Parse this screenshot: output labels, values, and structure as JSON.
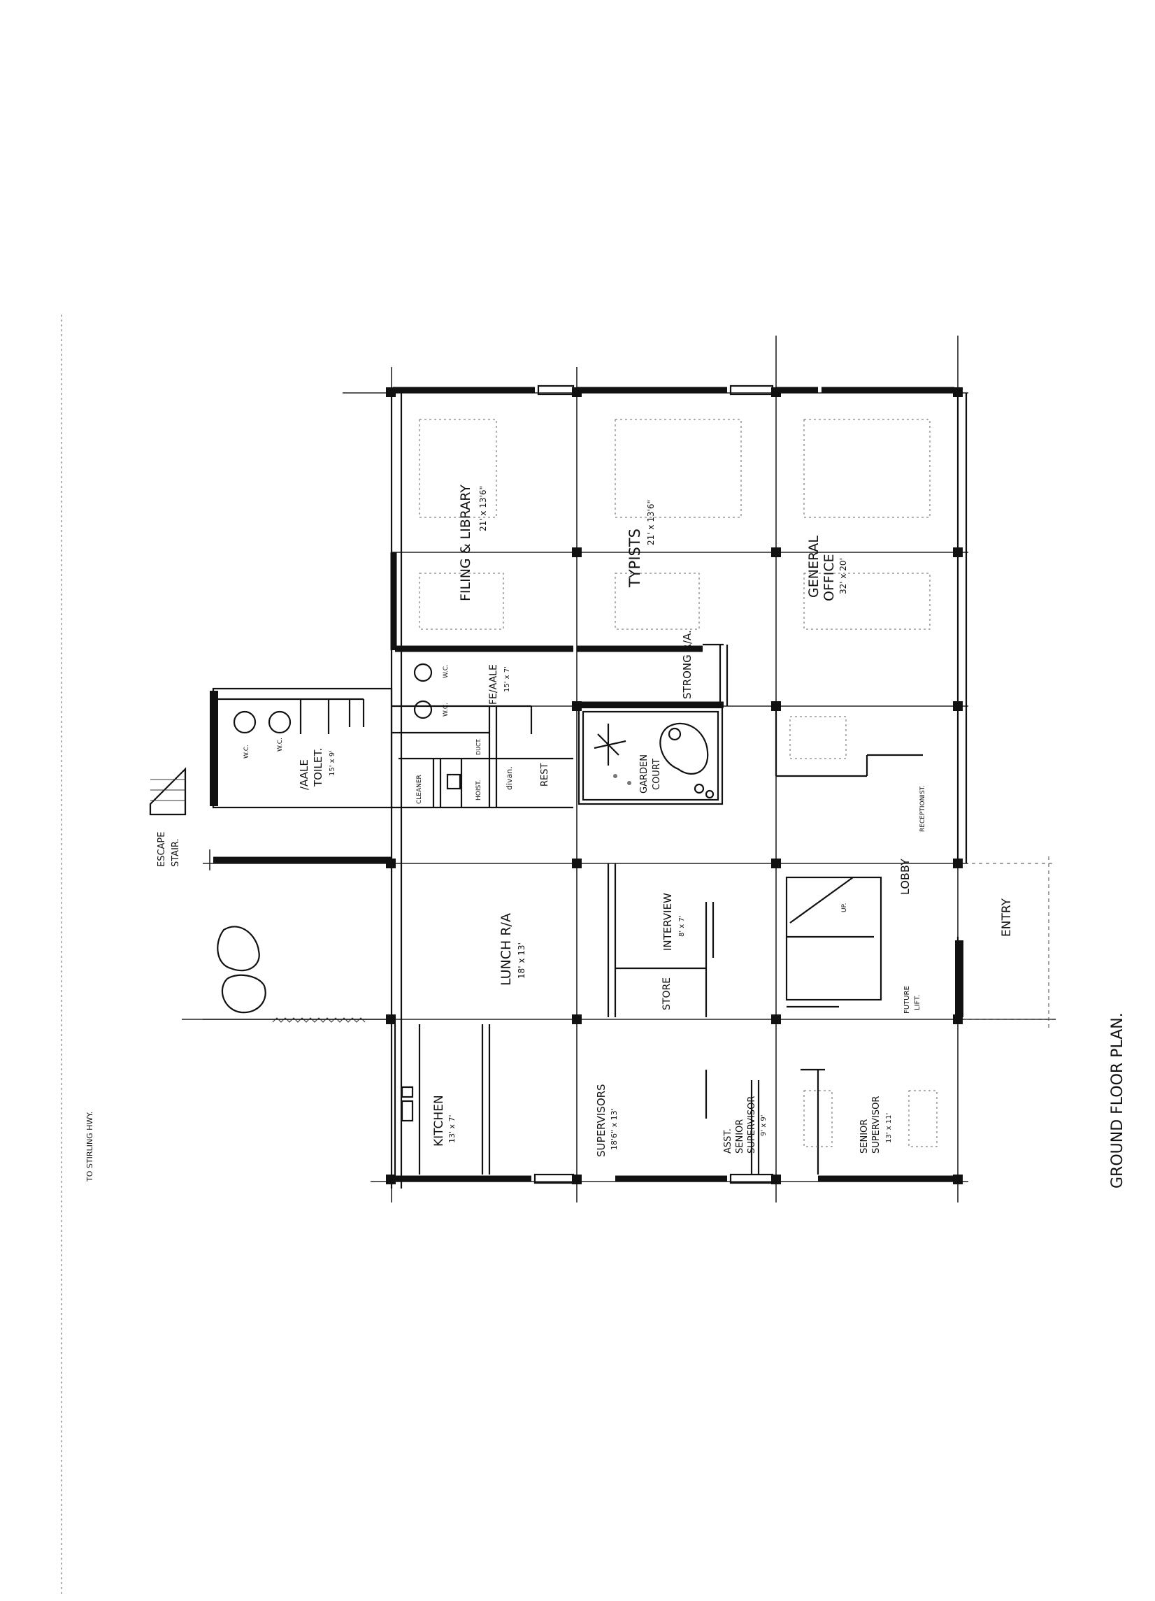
{
  "title": "GROUND FLOOR PLAN.",
  "road_note": "TO STIRLING HWY.",
  "rooms": {
    "filing_library": {
      "name": "FILING & LIBRARY",
      "size": "21' x 13'6\""
    },
    "typists": {
      "name": "TYPISTS",
      "size": "21' x 13'6\""
    },
    "general_office": {
      "name_line1": "GENERAL",
      "name_line2": "OFFICE",
      "size": "32' x 20'"
    },
    "strong_room": {
      "name": "STRONG R/A."
    },
    "female_toilet": {
      "name": "FE/AALE",
      "size": "15' x 7'"
    },
    "male_toilet": {
      "name_line1": "/AALE",
      "name_line2": "TOILET.",
      "size": "15' x 9'"
    },
    "wc_1": {
      "name": "W.C."
    },
    "wc_2": {
      "name": "W.C."
    },
    "wc_3": {
      "name": "W.C."
    },
    "wc_4": {
      "name": "W.C."
    },
    "cleaner": {
      "name": "CLEANER"
    },
    "hoist": {
      "name": "HOIST."
    },
    "duct": {
      "name": "DUCT."
    },
    "divan": {
      "name": "divan."
    },
    "rest": {
      "name": "REST"
    },
    "garden_court": {
      "name_line1": "GARDEN",
      "name_line2": "COURT"
    },
    "lunch_room": {
      "name": "LUNCH R/A",
      "size": "18' x 13'"
    },
    "interview": {
      "name": "INTERVIEW",
      "size": "8' x 7'"
    },
    "store": {
      "name": "STORE"
    },
    "lobby": {
      "name": "LOBBY"
    },
    "entry": {
      "name": "ENTRY"
    },
    "receptionist": {
      "name": "RECEPTIONIST."
    },
    "future_lift": {
      "name_line1": "FUTURE",
      "name_line2": "LIFT."
    },
    "stair_up": {
      "name": "UP."
    },
    "escape_stair": {
      "name_line1": "ESCAPE",
      "name_line2": "STAIR."
    },
    "kitchen": {
      "name": "KITCHEN",
      "size": "13' x 7'"
    },
    "supervisors": {
      "name": "SUPERVISORS",
      "size": "18'6\" x 13'"
    },
    "asst_senior_supervisor": {
      "name_line1": "ASST.",
      "name_line2": "SENIOR",
      "name_line3": "SUPERVISOR",
      "size": "9' x 9'"
    },
    "senior_supervisor": {
      "name_line1": "SENIOR",
      "name_line2": "SUPERVISOR",
      "size": "13' x 11'"
    }
  }
}
